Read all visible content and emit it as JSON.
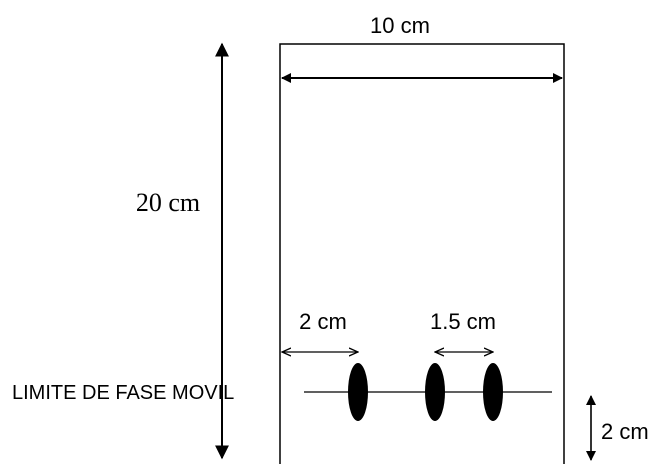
{
  "labels": {
    "plate_width": "10 cm",
    "plate_height": "20 cm",
    "first_spot_offset": "2 cm",
    "spot_spacing": "1.5 cm",
    "baseline_label": "LIMITE DE FASE MOVIL",
    "baseline_height": "2 cm"
  },
  "colors": {
    "ink": "#000000",
    "background": "#ffffff"
  }
}
